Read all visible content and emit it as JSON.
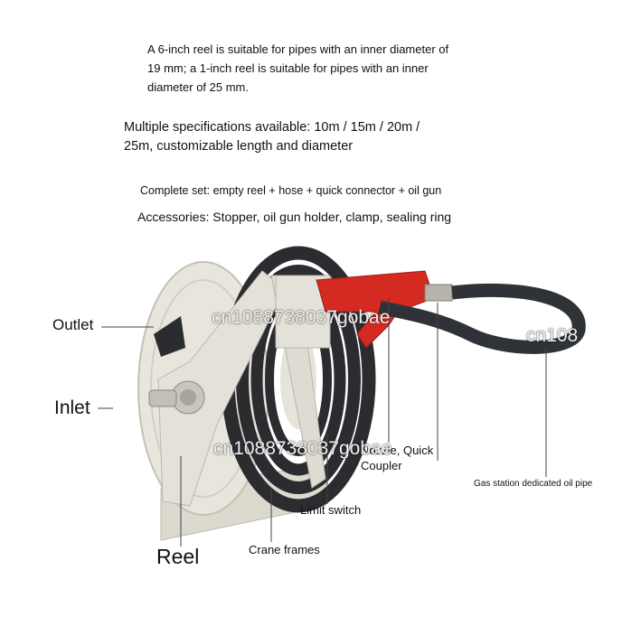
{
  "description": {
    "reel_note_lines": [
      "A 6-inch reel is suitable for pipes with an inner diameter of",
      "19 mm; a 1-inch reel is suitable for pipes with an inner",
      "diameter of 25 mm."
    ],
    "spec_lines": [
      "Multiple specifications available: 10m / 15m / 20m /",
      "25m, customizable length and diameter"
    ],
    "complete_set": "Complete set: empty reel + hose + quick connector + oil gun",
    "accessories": "Accessories: Stopper, oil gun holder, clamp, sealing ring"
  },
  "labels": {
    "outlet": "Outlet",
    "inlet": "Inlet",
    "reel": "Reel",
    "limit_switch": "Limit switch",
    "crane_frames": "Crane frames",
    "nozzle_line1": "Nozzle, Quick",
    "nozzle_line2": "Coupler",
    "gas_pipe": "Gas station dedicated oil pipe"
  },
  "watermark": {
    "text": "cn1088738037gobae",
    "short": "cn108"
  },
  "colors": {
    "frame_beige": "#e4e1d8",
    "hose_black": "#2a2c30",
    "nozzle_red": "#d42a22",
    "leader_line": "#444444"
  }
}
